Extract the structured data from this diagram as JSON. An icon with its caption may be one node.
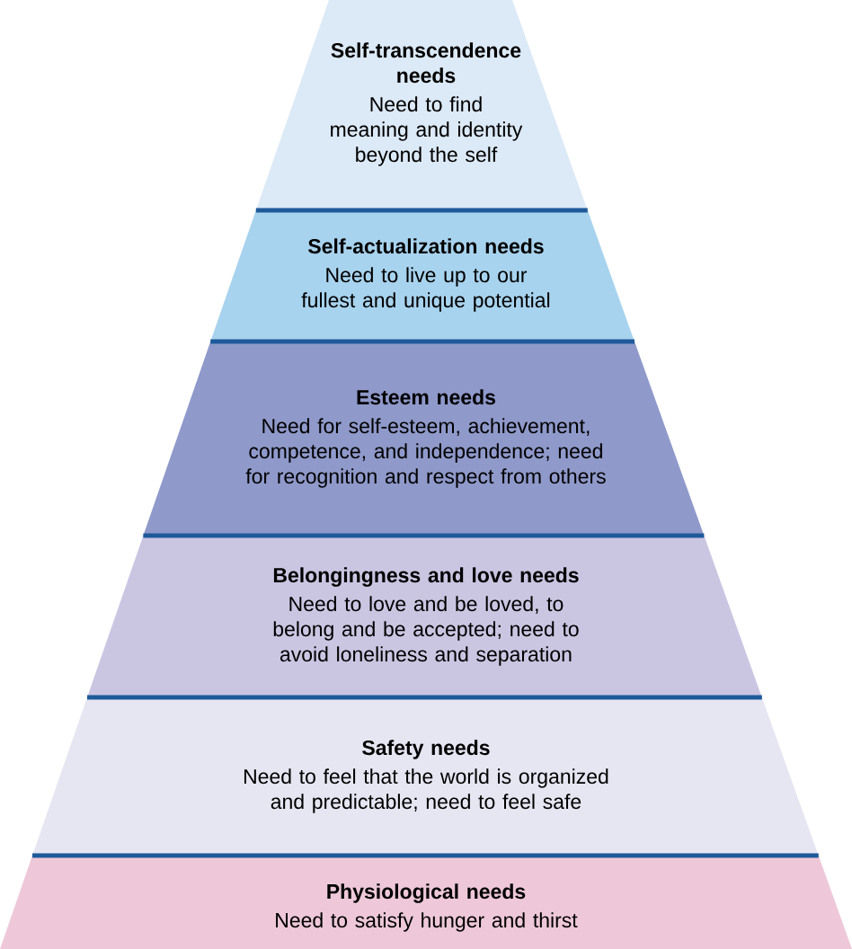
{
  "diagram": {
    "nodes": [
      {
        "text": [
          "Self-transcendence needs",
          "Need to find meaning and identity beyond the self"
        ]
      },
      {
        "text": [
          "Self-actualization needs",
          "Need to live up to our fullest and unique potential"
        ]
      },
      {
        "text": [
          "Esteem needs",
          "Need for self-esteem, achievement, competence, and independence; need for recognition and respect from others"
        ]
      },
      {
        "text": [
          "Belongingness and love needs",
          "Need to love and be loved, to belong and be accepted; need to avoid loneliness and separation"
        ]
      },
      {
        "text": [
          "Safety needs",
          "Need to feel that the world is organized and predictable; need to feel safe"
        ]
      },
      {
        "text": [
          "Physiological needs",
          "Need to satisfy hunger and thirst"
        ]
      }
    ]
  }
}
